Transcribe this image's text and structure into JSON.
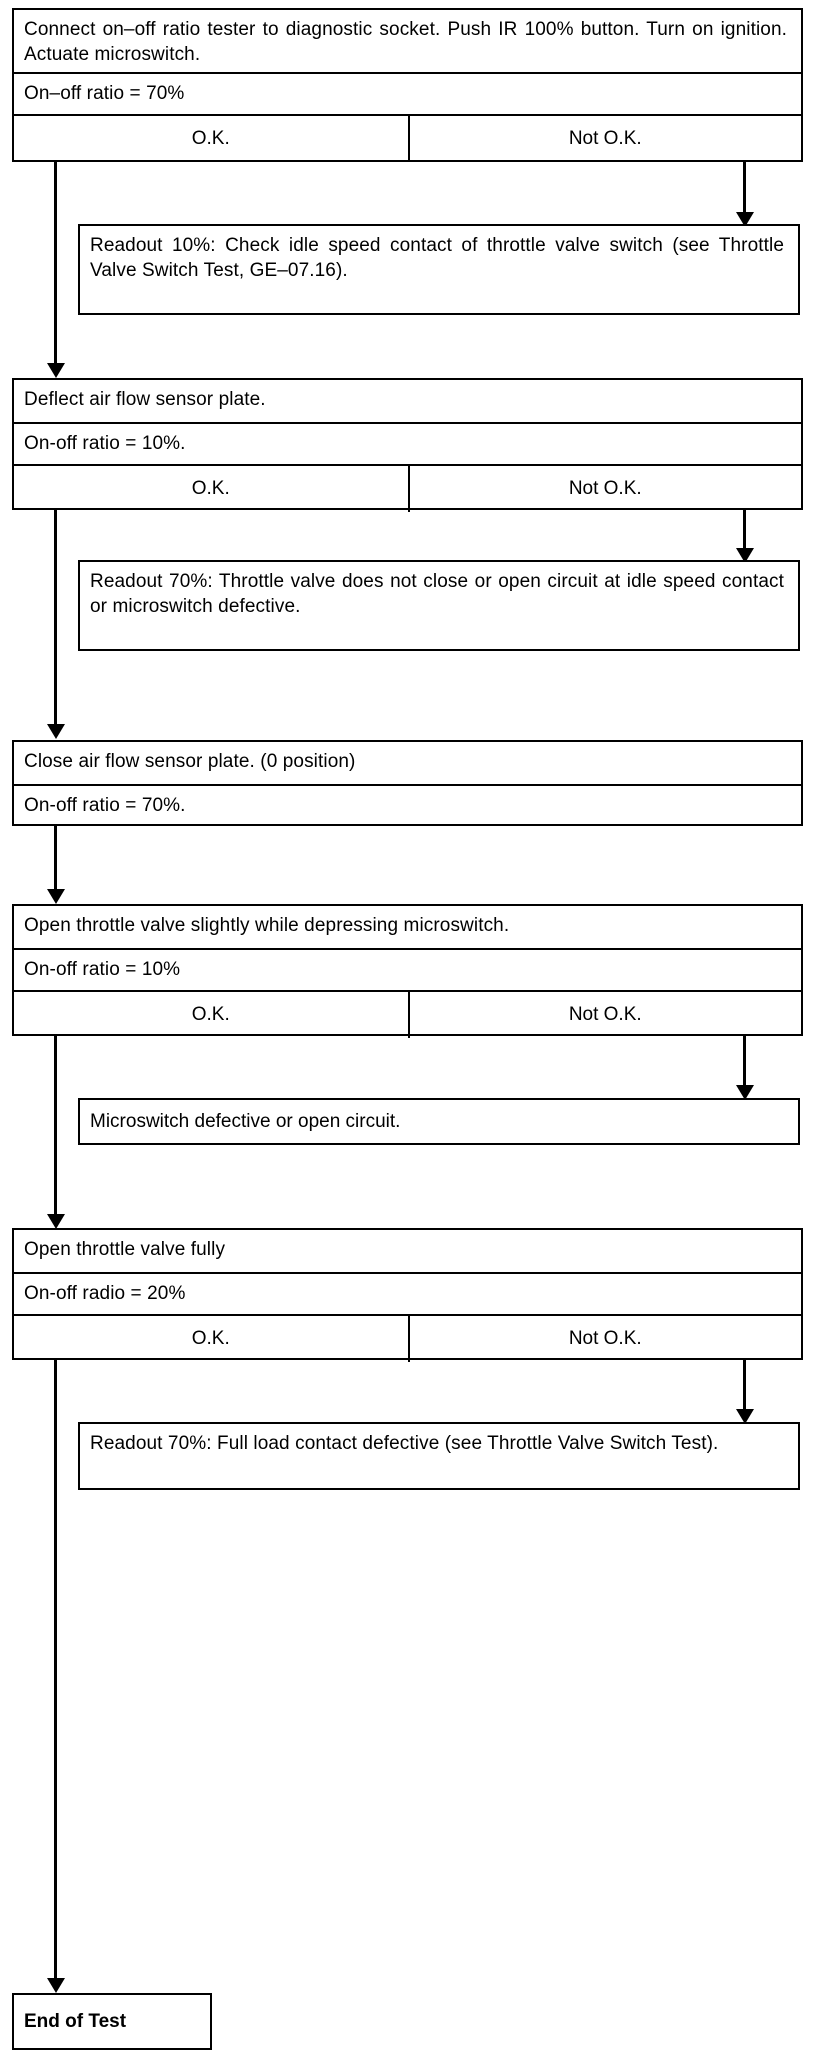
{
  "document": {
    "type": "diagnostic-flowchart",
    "title": "On-off ratio test procedure"
  },
  "steps": [
    {
      "id": "step-1",
      "instruction": "Connect on–off ratio tester to diagnostic socket. Push IR 100% button. Turn on ignition.  Actuate microswitch.",
      "spec": "On–off ratio = 70%",
      "ok_label": "O.K.",
      "not_ok_label": "Not O.K."
    },
    {
      "id": "step-2",
      "instruction": "Deflect air flow sensor plate.",
      "spec": "On-off ratio = 10%.",
      "ok_label": "O.K.",
      "not_ok_label": "Not O.K."
    },
    {
      "id": "step-3",
      "instruction": "Close air flow sensor plate. (0 position)",
      "spec": "On-off ratio = 70%."
    },
    {
      "id": "step-4",
      "instruction": "Open throttle valve slightly while depressing microswitch.",
      "spec": "On-off ratio = 10%",
      "ok_label": "O.K.",
      "not_ok_label": "Not O.K."
    },
    {
      "id": "step-5",
      "instruction": "Open throttle valve fully",
      "spec": "On-off radio = 20%",
      "ok_label": "O.K.",
      "not_ok_label": "Not O.K."
    }
  ],
  "faults": [
    {
      "id": "fault-1",
      "text": "Readout 10%:   Check idle speed contact of throttle valve switch (see Throttle Valve Switch Test, GE–07.16)."
    },
    {
      "id": "fault-2",
      "text": "Readout 70%:   Throttle valve does not close or open circuit at idle speed contact or microswitch defective."
    },
    {
      "id": "fault-3",
      "text": "Microswitch defective or open circuit."
    },
    {
      "id": "fault-4",
      "text": "Readout 70%:   Full load contact defective (see Throttle Valve Switch Test)."
    }
  ],
  "terminal": {
    "id": "end-of-test",
    "label": "End of Test"
  }
}
